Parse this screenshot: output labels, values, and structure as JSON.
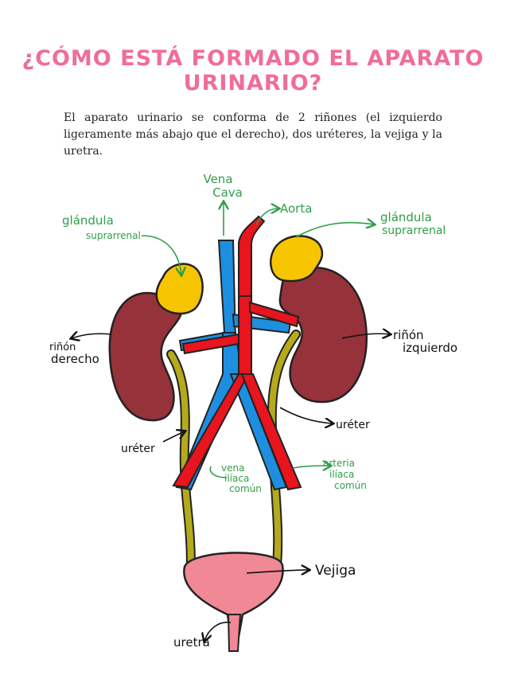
{
  "title": "¿CÓMO ESTÁ FORMADO EL APARATO URINARIO?",
  "intro": "El aparato urinario se conforma de 2 riñones (el izquierdo ligeramente más abajo que el derecho), dos uréteres, la vejiga y la uretra.",
  "labels": {
    "vena_cava": [
      "Vena",
      "Cava"
    ],
    "aorta": "Aorta",
    "glandula_derecha": [
      "glándula",
      "suprarrenal"
    ],
    "glandula_izquierda": [
      "glándula",
      "suprarrenal"
    ],
    "rinon_derecho": [
      "riñón",
      "derecho"
    ],
    "rinon_izquierdo": [
      "riñón",
      "izquierdo"
    ],
    "ureter_derecho": "uréter",
    "ureter_izquierdo": "uréter",
    "vena_iliaca": [
      "vena",
      "ilíaca",
      "común"
    ],
    "arteria_iliaca": [
      "arteria",
      "ilíaca",
      "común"
    ],
    "vejiga": "Vejiga",
    "uretra": "uretra"
  },
  "colors": {
    "title": "#f06c9b",
    "kidney": "#96323a",
    "adrenal": "#f7c400",
    "vein": "#1e8fe0",
    "artery": "#e8141e",
    "ureter": "#b5aa1b",
    "bladder": "#f08896",
    "label_green": "#2f9e4a",
    "label_black": "#111111"
  }
}
